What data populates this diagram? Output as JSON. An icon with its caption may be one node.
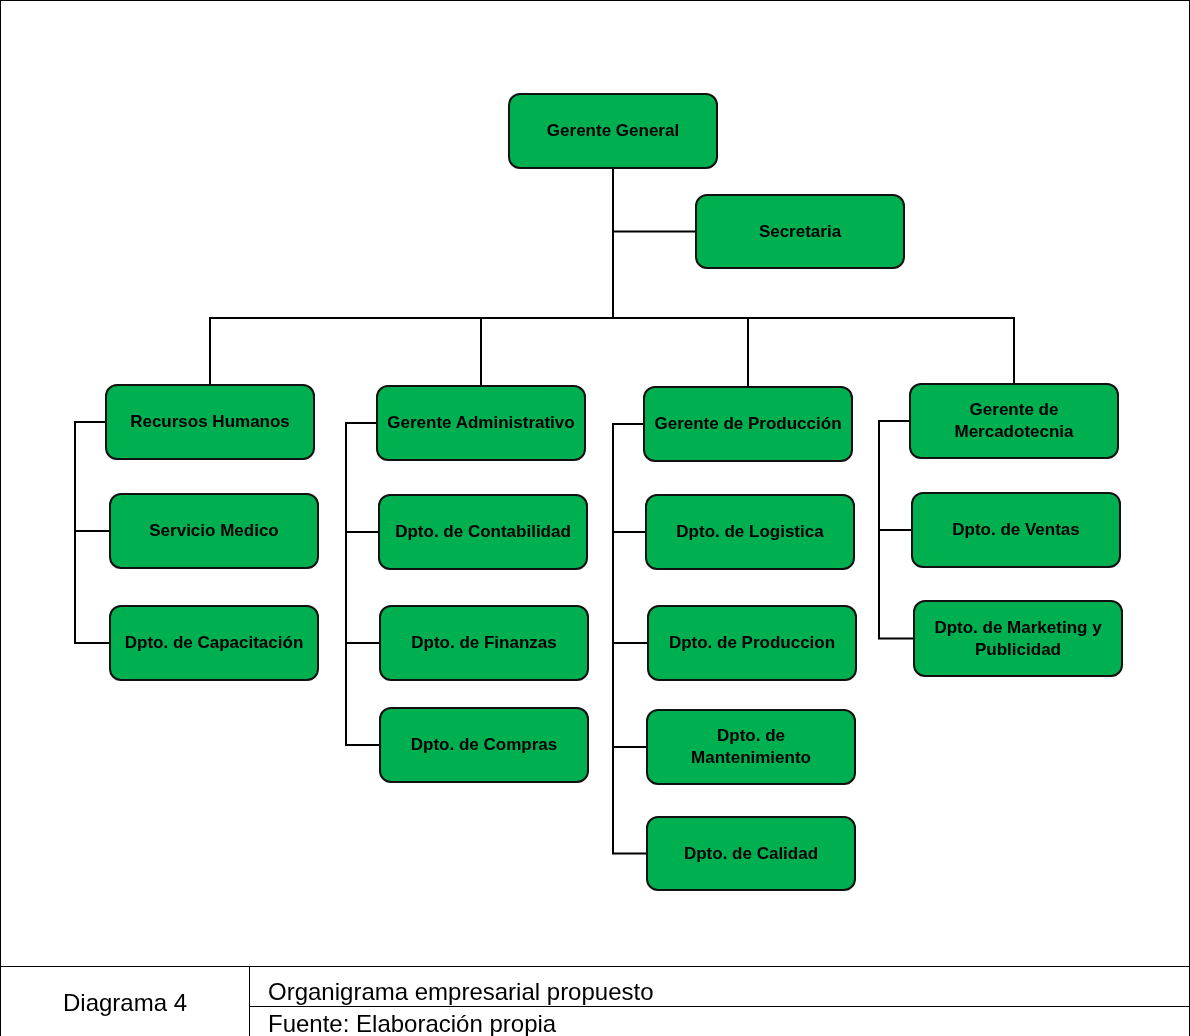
{
  "diagram": {
    "nodes": [
      {
        "text": [
          "Gerente General"
        ]
      },
      {
        "text": [
          "Secretaria"
        ]
      },
      {
        "text": [
          "Recursos Humanos"
        ]
      },
      {
        "text": [
          "Servicio Medico"
        ]
      },
      {
        "text": [
          "Dpto. de Capacitación"
        ]
      },
      {
        "text": [
          "Gerente Administrativo"
        ]
      },
      {
        "text": [
          "Dpto. de Contabilidad"
        ]
      },
      {
        "text": [
          "Dpto. de Finanzas"
        ]
      },
      {
        "text": [
          "Dpto. de Compras"
        ]
      },
      {
        "text": [
          "Gerente de Producción"
        ]
      },
      {
        "text": [
          "Dpto. de Logistica"
        ]
      },
      {
        "text": [
          "Dpto. de Produccion"
        ]
      },
      {
        "text": [
          "Dpto. de Mantenimiento"
        ]
      },
      {
        "text": [
          "Dpto. de Calidad"
        ]
      },
      {
        "text": [
          "Gerente de Mercadotecnia"
        ]
      },
      {
        "text": [
          "Dpto. de Ventas"
        ]
      },
      {
        "text": [
          "Dpto. de Marketing y Publicidad"
        ]
      }
    ],
    "edges": [
      {
        "from": 0,
        "to": 1,
        "arrow": "none"
      },
      {
        "from": 0,
        "to": 2,
        "arrow": "none"
      },
      {
        "from": 0,
        "to": 5,
        "arrow": "none"
      },
      {
        "from": 0,
        "to": 9,
        "arrow": "none"
      },
      {
        "from": 0,
        "to": 14,
        "arrow": "none"
      },
      {
        "from": 2,
        "to": 3,
        "arrow": "none"
      },
      {
        "from": 2,
        "to": 4,
        "arrow": "none"
      },
      {
        "from": 5,
        "to": 6,
        "arrow": "none"
      },
      {
        "from": 5,
        "to": 7,
        "arrow": "none"
      },
      {
        "from": 5,
        "to": 8,
        "arrow": "none"
      },
      {
        "from": 9,
        "to": 10,
        "arrow": "none"
      },
      {
        "from": 9,
        "to": 11,
        "arrow": "none"
      },
      {
        "from": 9,
        "to": 12,
        "arrow": "none"
      },
      {
        "from": 9,
        "to": 13,
        "arrow": "none"
      },
      {
        "from": 14,
        "to": 15,
        "arrow": "none"
      },
      {
        "from": 14,
        "to": 16,
        "arrow": "none"
      }
    ],
    "labels": [
      "Diagrama 4",
      "Organigrama empresarial propuesto",
      "Fuente: Elaboración propia"
    ]
  }
}
